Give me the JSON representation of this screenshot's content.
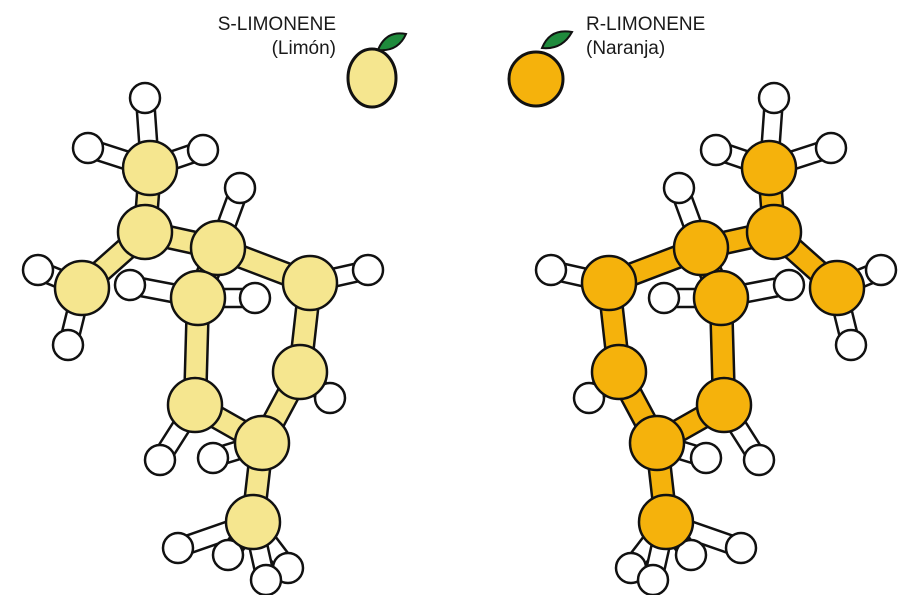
{
  "molecules": [
    {
      "name": "S-LIMONENE",
      "fruit": "(Limón)",
      "color": "#f5e68f"
    },
    {
      "name": "R-LIMONENE",
      "fruit": "(Naranja)",
      "color": "#f5b20c"
    }
  ],
  "atom_colors": {
    "hydrogen": "#ffffff",
    "outline": "#111111",
    "leaf": "#1f8a3c"
  }
}
